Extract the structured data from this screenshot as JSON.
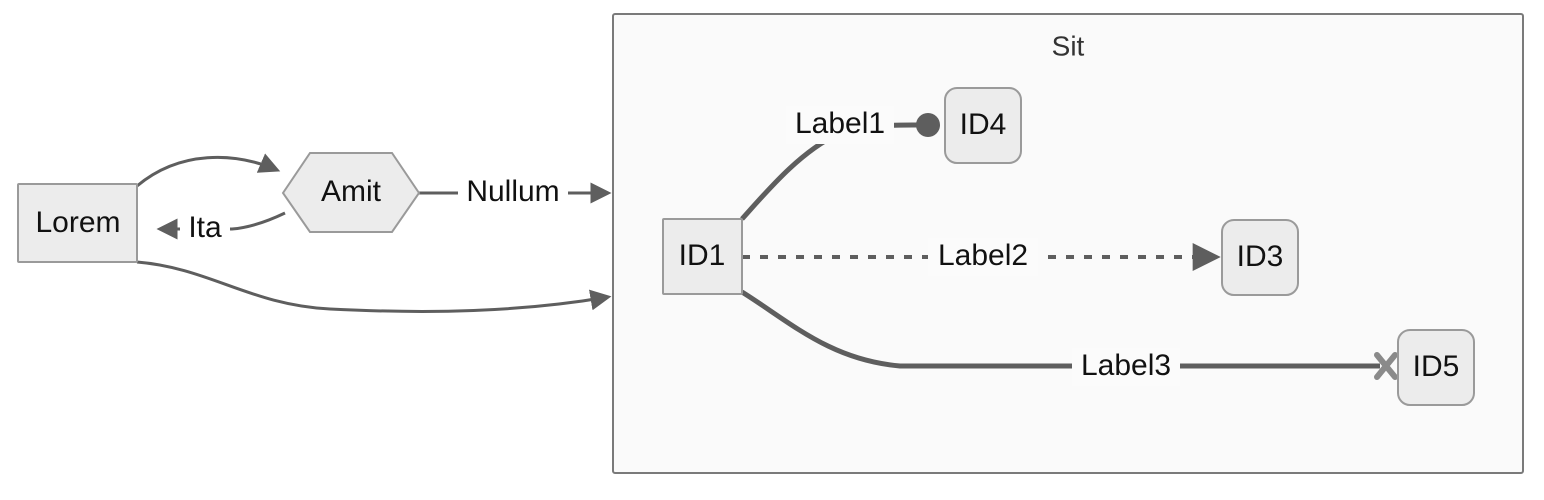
{
  "diagram": {
    "type": "flowchart",
    "direction": "left-to-right",
    "background_color": "#ffffff",
    "node_fill": "#ececec",
    "node_stroke": "#9a9a9a",
    "edge_color": "#5e5e5e",
    "cluster_fill": "#fafafa",
    "cluster_stroke": "#7a7a7a",
    "text_color": "#111111"
  },
  "nodes": {
    "lorem": {
      "label": "Lorem",
      "shape": "rect"
    },
    "amit": {
      "label": "Amit",
      "shape": "hexagon"
    },
    "id1": {
      "label": "ID1",
      "shape": "rect"
    },
    "id3": {
      "label": "ID3",
      "shape": "rounded-rect"
    },
    "id4": {
      "label": "ID4",
      "shape": "rounded-rect"
    },
    "id5": {
      "label": "ID5",
      "shape": "rounded-rect"
    }
  },
  "cluster": {
    "title": "Sit"
  },
  "edges": {
    "lorem_to_amit": {
      "label": "",
      "style": "solid",
      "endpoint": "arrow"
    },
    "amit_to_lorem": {
      "label": "Ita",
      "style": "solid",
      "endpoint": "arrow"
    },
    "amit_to_cluster": {
      "label": "Nullum",
      "style": "solid",
      "endpoint": "arrow"
    },
    "lorem_to_cluster": {
      "label": "",
      "style": "solid",
      "endpoint": "arrow"
    },
    "id1_to_id4": {
      "label": "Label1",
      "style": "thick",
      "endpoint": "circle"
    },
    "id1_to_id3": {
      "label": "Label2",
      "style": "dotted",
      "endpoint": "arrow"
    },
    "id1_to_id5": {
      "label": "Label3",
      "style": "thick",
      "endpoint": "cross"
    }
  }
}
